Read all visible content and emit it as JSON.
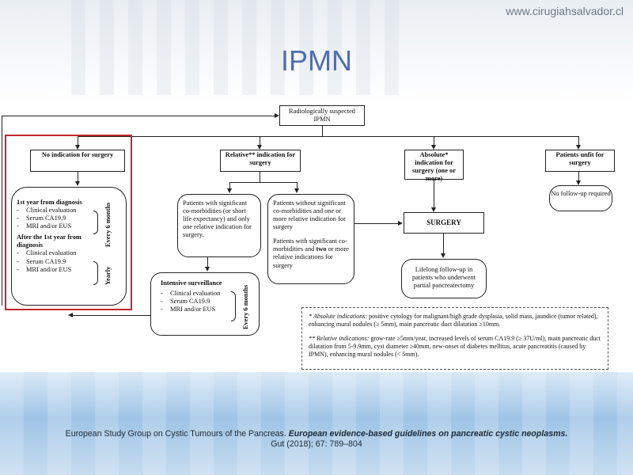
{
  "header": {
    "website": "www.cirugiahsalvador.cl",
    "title": "IPMN"
  },
  "diagram": {
    "start": "Radiologically suspected IPMN",
    "no_indication": {
      "heading": "No indication for surgery",
      "first_year_title": "1st year from diagnosis",
      "first_year_items": [
        "Clinical evaluation",
        "Serum CA19.9",
        "MRI and/or EUS"
      ],
      "first_year_freq": "Every 6 months",
      "after_year_title": "After the 1st year from diagnosis",
      "after_year_items": [
        "Clinical evaluation",
        "Serum CA19.9",
        "MRI and/or EUS"
      ],
      "after_year_freq": "Yearly"
    },
    "relative": {
      "heading": "Relative** indication for surgery",
      "left_text": "Patients with significant co-morbidities (or short life expectancy) and only one relative indication for surgery.",
      "right_text_1": "Patients without significant co-morbidities and one or more relative indication for surgery",
      "right_text_2a": "Patients with significant co-morbidities and ",
      "right_text_2b": "two",
      "right_text_2c": " or more relative indications for surgery"
    },
    "intensive": {
      "heading": "Intensive surveillance",
      "items": [
        "Clinical evaluation",
        "Serum CA19.9",
        "MRI and/or EUS"
      ],
      "freq": "Every 6 months"
    },
    "absolute": {
      "heading": "Absolute* indication for surgery (one or more)"
    },
    "unfit": {
      "heading": "Patients unfit for surgery",
      "followup": "No follow-up required"
    },
    "surgery": "SURGERY",
    "lifelong": "Lifelong follow-up in patients who underwent partial pancreatectomy",
    "notes": {
      "absolute_label": "* Absolute indications:",
      "absolute_text": " positive cytology for malignant/high grade dysplasia, solid mass, jaundice (tumor related), enhancing mural nodules (≥ 5mm), main pancreatic duct dilatation ≥10mm.",
      "relative_label": "** Relative indications:",
      "relative_text": " grow-rate ≥5mm/year, increased levels of serum CA19.9 (≥ 37U/ml), main pancreatic duct dilatation from 5-9.9mm, cyst diameter ≥40mm, new-onset of diabetes mellitus, acute pancreatitis (caused by IPMN), enhancing mural nodules (< 5mm)."
    }
  },
  "citation": {
    "plain_1": "European Study Group on Cystic Tumours of the Pancreas. ",
    "italic": "European evidence-based guidelines on pancreatic cystic neoplasms.",
    "plain_2": " Gut (2018); 67: 789–804"
  },
  "colors": {
    "title": "#4d6fb1",
    "highlight_frame": "#c0272d",
    "lines": "#222222"
  }
}
